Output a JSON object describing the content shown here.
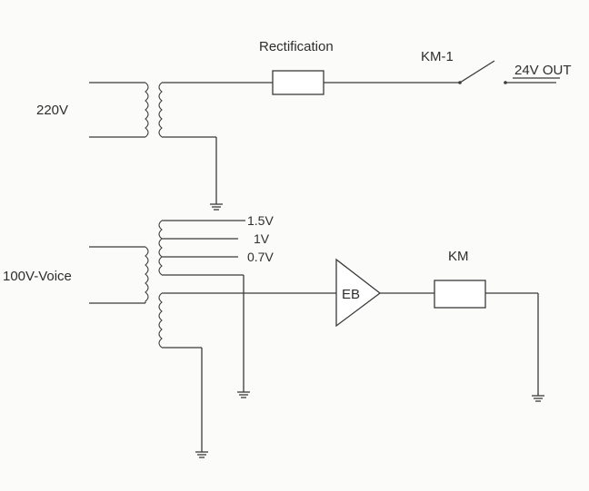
{
  "labels": {
    "input_220v": "220V",
    "rectification": "Rectification",
    "relay_contact": "KM-1",
    "output": "24V OUT",
    "tap_1_5v": "1.5V",
    "tap_1v": "1V",
    "tap_0_7v": "0.7V",
    "input_voice": "100V-Voice",
    "amplifier": "EB",
    "relay_coil": "KM"
  }
}
